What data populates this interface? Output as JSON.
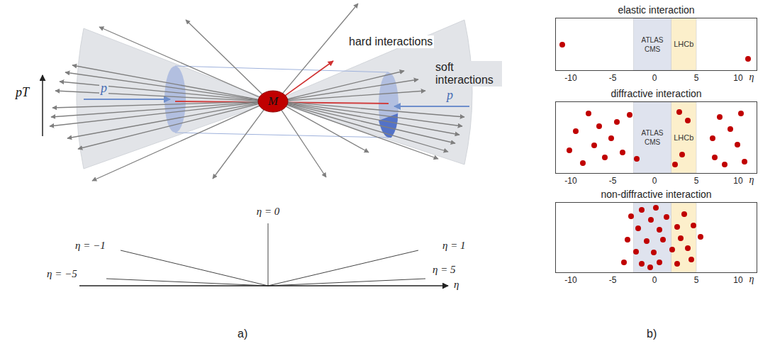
{
  "diagram": {
    "nodes": [
      {
        "text": [
          "M"
        ]
      },
      {
        "text": [
          "elastic interaction"
        ]
      },
      {
        "text": [
          "ATLAS CMS"
        ],
        "in": 1
      },
      {
        "text": [
          "LHCb"
        ],
        "in": 1
      },
      {
        "text": [
          "diffractive interaction"
        ]
      },
      {
        "text": [
          "ATLAS CMS"
        ],
        "in": 4
      },
      {
        "text": [
          "LHCb"
        ],
        "in": 4
      },
      {
        "text": [
          "non-diffractive interaction"
        ]
      }
    ],
    "labels": [
      "hard interactions",
      "soft interactions",
      "p",
      "p",
      "pT",
      "η = −1",
      "η = 0",
      "η = 1",
      "η = −5",
      "η = 5",
      "η",
      "a)",
      "-10",
      "-5",
      "0",
      "5",
      "10",
      "η",
      "-10",
      "-5",
      "0",
      "5",
      "10",
      "η",
      "-10",
      "-5",
      "0",
      "5",
      "10",
      "η",
      "b)"
    ]
  }
}
